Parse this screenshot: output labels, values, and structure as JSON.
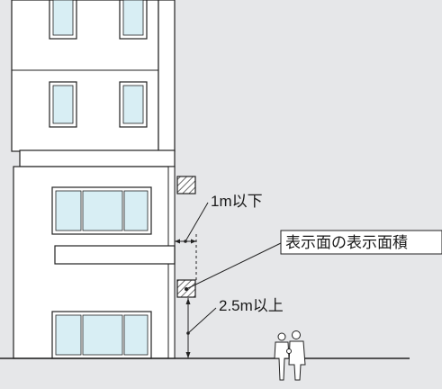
{
  "labels": {
    "max_distance": "1m以下",
    "display_area": "表示面の表示面積",
    "min_height": "2.5m以上"
  },
  "colors": {
    "background": "#e6e7e9",
    "wall": "#ffffff",
    "window_glass": "#d8eef4",
    "line": "#222222"
  },
  "icons": {
    "sign_hatch": "hatched-square",
    "people": "pedestrian-pair"
  }
}
